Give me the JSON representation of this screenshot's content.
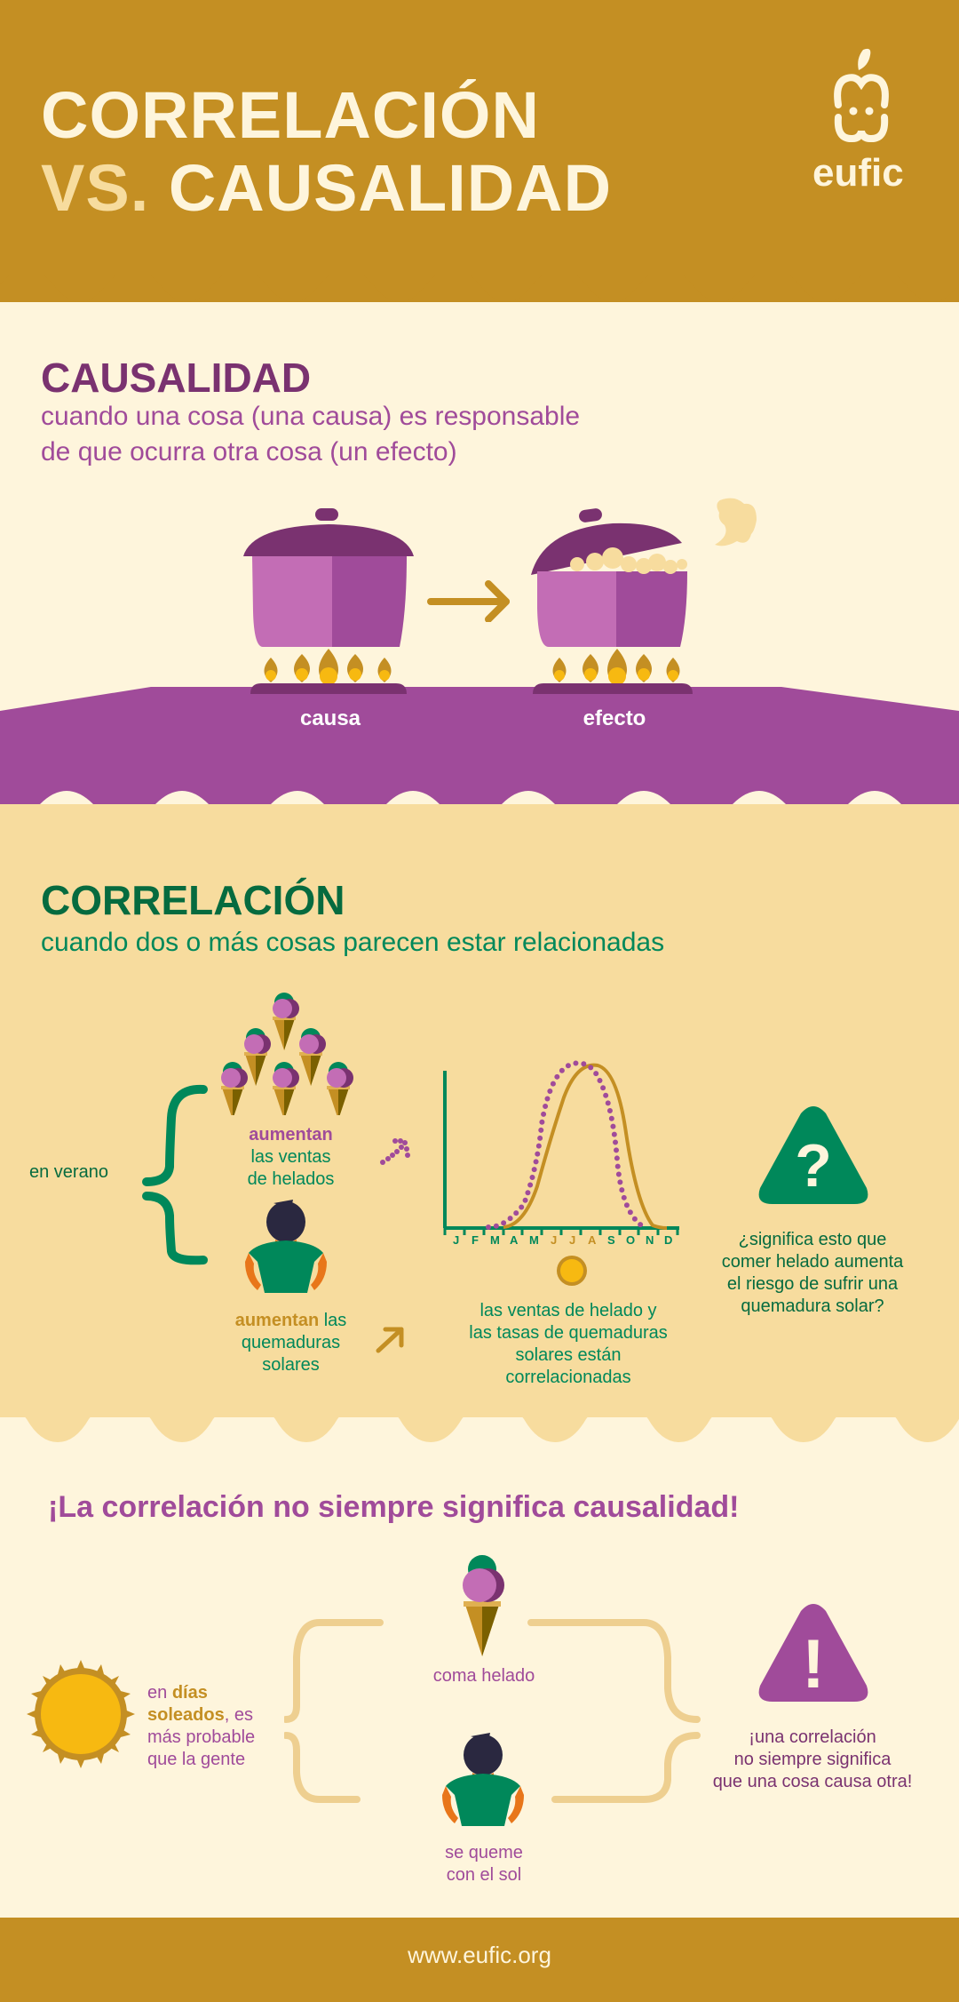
{
  "header": {
    "title_line1": "CORRELACIÓN",
    "title_vs": "VS.",
    "title_line2": "CAUSALIDAD",
    "logo_text": "eufic",
    "logo_icon": "apple-face-icon"
  },
  "causality": {
    "title": "CAUSALIDAD",
    "subtitle_line1": "cuando una cosa (una causa) es responsable",
    "subtitle_line2": "de que ocurra otra cosa (un efecto)",
    "cause_label": "causa",
    "effect_label": "efecto",
    "icons": [
      "pot-icon",
      "arrow-right-icon",
      "boiling-pot-icon",
      "steam-icon",
      "flame-icon"
    ]
  },
  "correlation": {
    "title": "CORRELACIÓN",
    "subtitle": "cuando dos o más cosas parecen estar relacionadas",
    "season_label": "en verano",
    "ice_cream_emphasis": "aumentan",
    "ice_cream_rest_line1": "las ventas",
    "ice_cream_rest_line2": "de helados",
    "sunburn_emphasis": "aumentan",
    "sunburn_rest_line1": " las",
    "sunburn_rest_line2": "quemaduras",
    "sunburn_rest_line3": "solares",
    "chart_caption_line1": "las ventas de helado y",
    "chart_caption_line2": "las tasas de quemaduras",
    "chart_caption_line3": "solares están",
    "chart_caption_line4": "correlacionadas",
    "question_line1": "¿significa esto que",
    "question_line2": "comer helado aumenta",
    "question_line3": "el riesgo de sufrir una",
    "question_line4": "quemadura solar?",
    "question_icon": "?"
  },
  "chart_data": {
    "type": "line",
    "title": "",
    "xlabel": "",
    "ylabel": "",
    "categories": [
      "J",
      "F",
      "M",
      "A",
      "M",
      "J",
      "J",
      "A",
      "S",
      "O",
      "N",
      "D"
    ],
    "highlighted_months": [
      "J",
      "J",
      "A"
    ],
    "series": [
      {
        "name": "ventas de helado",
        "style": "dotted",
        "color": "#A04B9A",
        "values": [
          0,
          0,
          1,
          8,
          45,
          92,
          100,
          80,
          35,
          6,
          0,
          0
        ]
      },
      {
        "name": "quemaduras solares",
        "style": "solid",
        "color": "#C48F23",
        "values": [
          0,
          0,
          0,
          3,
          25,
          80,
          100,
          95,
          55,
          12,
          1,
          0
        ]
      }
    ],
    "ylim": [
      0,
      100
    ],
    "grid": false,
    "legend": "none"
  },
  "conclusion": {
    "title": "¡La correlación no siempre significa causalidad!",
    "sun_text_pre": "en ",
    "sun_text_emphasis1": "días",
    "sun_text_emphasis2": "soleados",
    "sun_text_post1": ", es",
    "sun_text_line3": "más probable",
    "sun_text_line4": "que la gente",
    "ice_cream_label": "coma helado",
    "sunburn_label_line1": "se queme",
    "sunburn_label_line2": "con el sol",
    "warning_line1": "¡una correlación",
    "warning_line2": "no siempre significa",
    "warning_line3": "que una cosa causa otra!",
    "warning_icon": "!"
  },
  "footer": {
    "url": "www.eufic.org"
  },
  "colors": {
    "gold": "#C48F23",
    "cream": "#FEF5DC",
    "sand": "#F7DC9E",
    "purple": "#A04B9A",
    "dark_purple": "#7A3270",
    "green": "#00885A",
    "dark_green": "#066B3F"
  }
}
